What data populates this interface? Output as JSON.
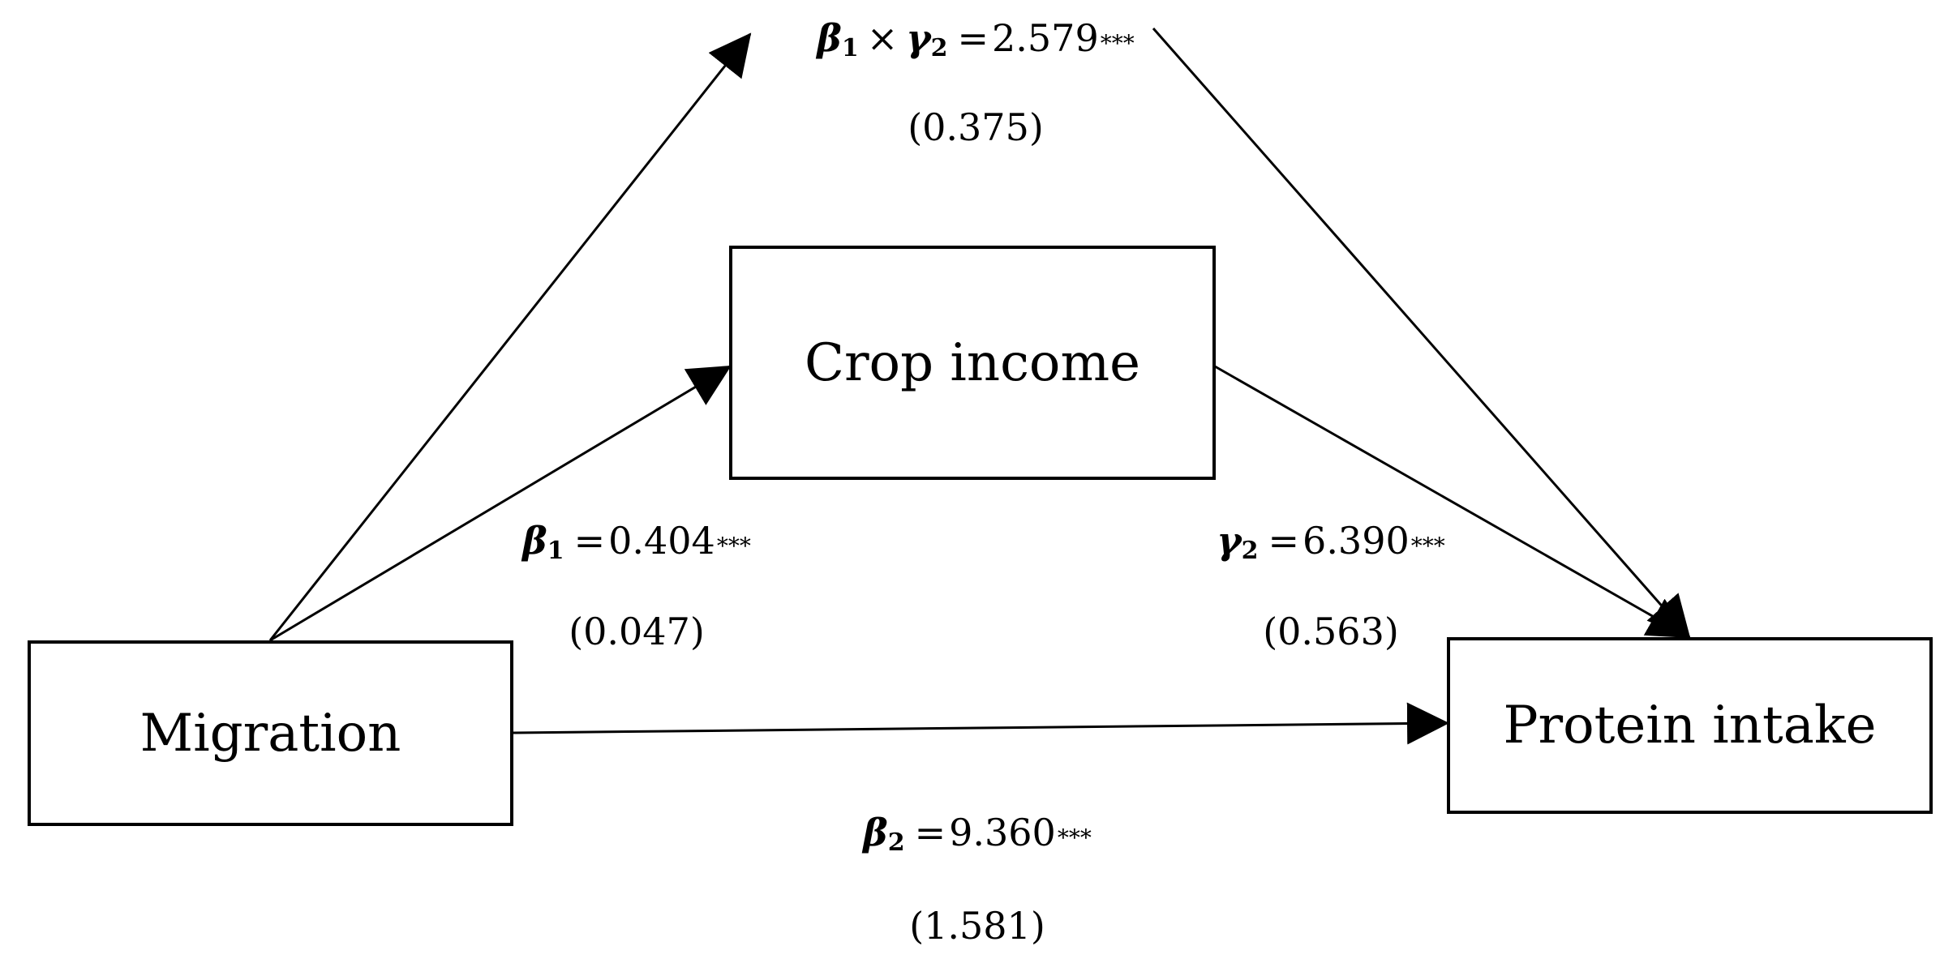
{
  "nodes": {
    "migration": "Migration",
    "crop_income": "Crop income",
    "protein_intake": "Protein intake"
  },
  "paths": {
    "indirect": {
      "sym1": "β",
      "sub1": "1",
      "op": "×",
      "sym2": "γ",
      "sub2": "2",
      "eq": "=",
      "coef": "2.579",
      "sig": "***",
      "se": "(0.375)"
    },
    "a_path": {
      "sym": "β",
      "sub": "1",
      "eq": "=",
      "coef": "0.404",
      "sig": "***",
      "se": "(0.047)"
    },
    "b_path": {
      "sym": "γ",
      "sub": "2",
      "eq": "=",
      "coef": "6.390",
      "sig": "***",
      "se": "(0.563)"
    },
    "direct": {
      "sym": "β",
      "sub": "2",
      "eq": "=",
      "coef": "9.360",
      "sig": "***",
      "se": "(1.581)"
    }
  }
}
